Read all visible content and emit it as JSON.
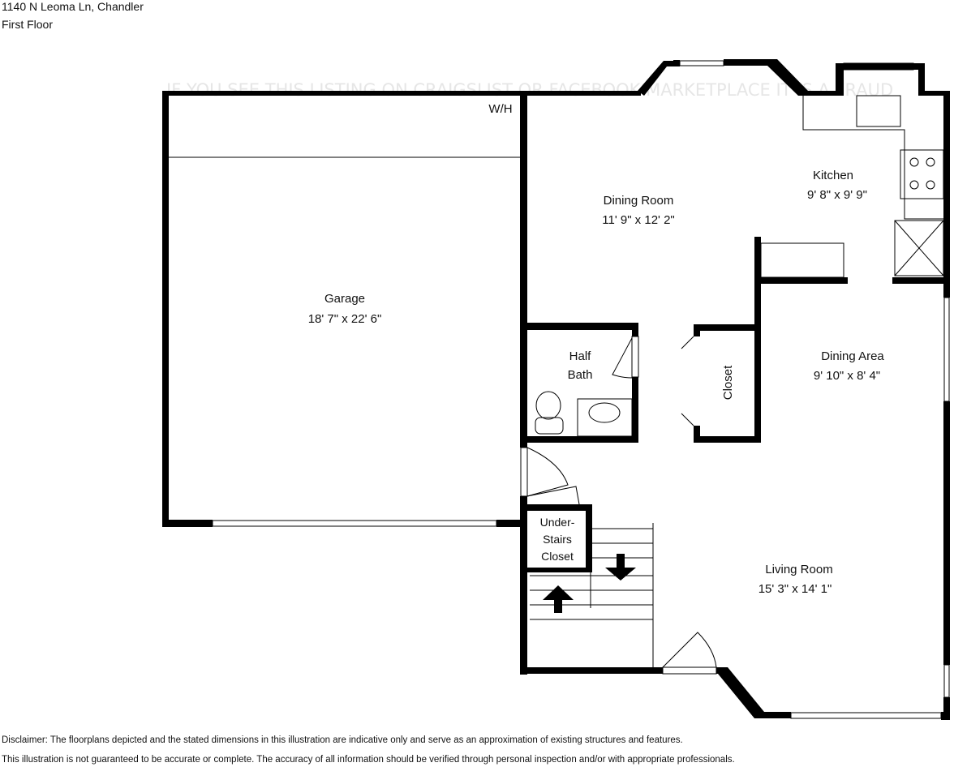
{
  "header": {
    "address": "1140 N Leoma Ln, Chandler",
    "floor": "First Floor"
  },
  "watermark": "IF YOU SEE THIS LISTING ON CRAIGSLIST OR FACEBOOK MARKETPLACE IT IS A FRAUD",
  "rooms": {
    "garage": {
      "name": "Garage",
      "dims": "18' 7\" x 22' 6\""
    },
    "dining_room": {
      "name": "Dining Room",
      "dims": "11' 9\" x 12' 2\""
    },
    "kitchen": {
      "name": "Kitchen",
      "dims": "9' 8\" x 9' 9\""
    },
    "dining_area": {
      "name": "Dining Area",
      "dims": "9' 10\" x 8' 4\""
    },
    "half_bath": {
      "name1": "Half",
      "name2": "Bath"
    },
    "closet": {
      "name": "Closet"
    },
    "under_stairs": {
      "l1": "Under-",
      "l2": "Stairs",
      "l3": "Closet"
    },
    "living_room": {
      "name": "Living Room",
      "dims": "15' 3\" x 14' 1\""
    },
    "water_heater": "W/H"
  },
  "disclaimer": {
    "line1": "Disclaimer: The floorplans depicted and the stated dimensions in this illustration are indicative only and serve as an approximation of existing structures and features.",
    "line2": "This illustration is not guaranteed to be accurate or complete. The accuracy of all information should be verified through personal inspection and/or with appropriate professionals."
  }
}
